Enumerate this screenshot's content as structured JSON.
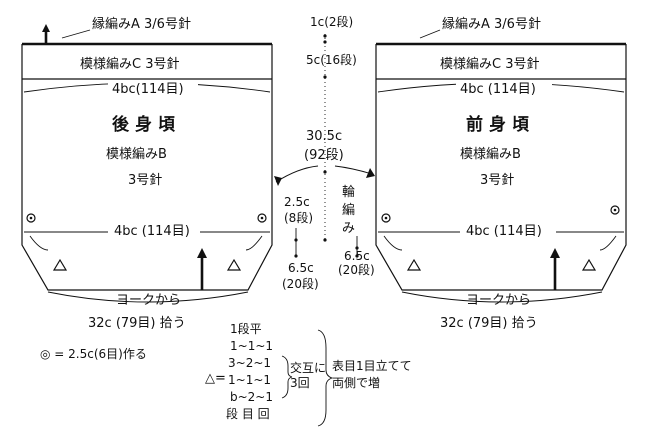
{
  "back_panel": {
    "edging_label": "縁編みA 3/6号針",
    "yoke_band_label": "模様編みC 3号針",
    "top_width_label": "4bc(114目)",
    "title": "後身頃",
    "pattern_label": "模様編みB",
    "needle_label": "3号針",
    "bottom_width_label": "4bc (114目)",
    "pickup_line1": "ヨークから",
    "pickup_line2": "32c (79目) 拾う"
  },
  "front_panel": {
    "edging_label": "縁編みA 3/6号針",
    "yoke_band_label": "模様編みC 3号針",
    "top_width_label": "4bc (114目)",
    "title": "前身頃",
    "pattern_label": "模様編みB",
    "needle_label": "3号針",
    "bottom_width_label": "4bc (114目)",
    "pickup_line1": "ヨークから",
    "pickup_line2": "32c (79目) 拾う"
  },
  "center_dimensions": {
    "edging_height": "1c(2段)",
    "band_height": "5c(16段)",
    "body_height_cm": "30.5c",
    "body_height_rows": "(92段)",
    "side_width_cm": "2.5c",
    "side_width_rows": "(8段)",
    "round_knit_chars": [
      "輪",
      "編",
      "み"
    ],
    "gusset_left_cm": "6.5c",
    "gusset_left_rows": "(20段)",
    "gusset_right_cm": "6.5c",
    "gusset_right_rows": "(20段)"
  },
  "legend": {
    "circle_mark_note": "◎ = 2.5c(6目)作る",
    "delta_symbol": "△=",
    "increase_rows": [
      "1段平",
      "1~1~1",
      "3~2~1",
      "1~1~1",
      "b~2~1",
      "段 目 回"
    ],
    "alternate_label_1": "交互に",
    "alternate_label_2": "3回",
    "note_line_1": "表目1目立てて",
    "note_line_2": "両側で増"
  }
}
